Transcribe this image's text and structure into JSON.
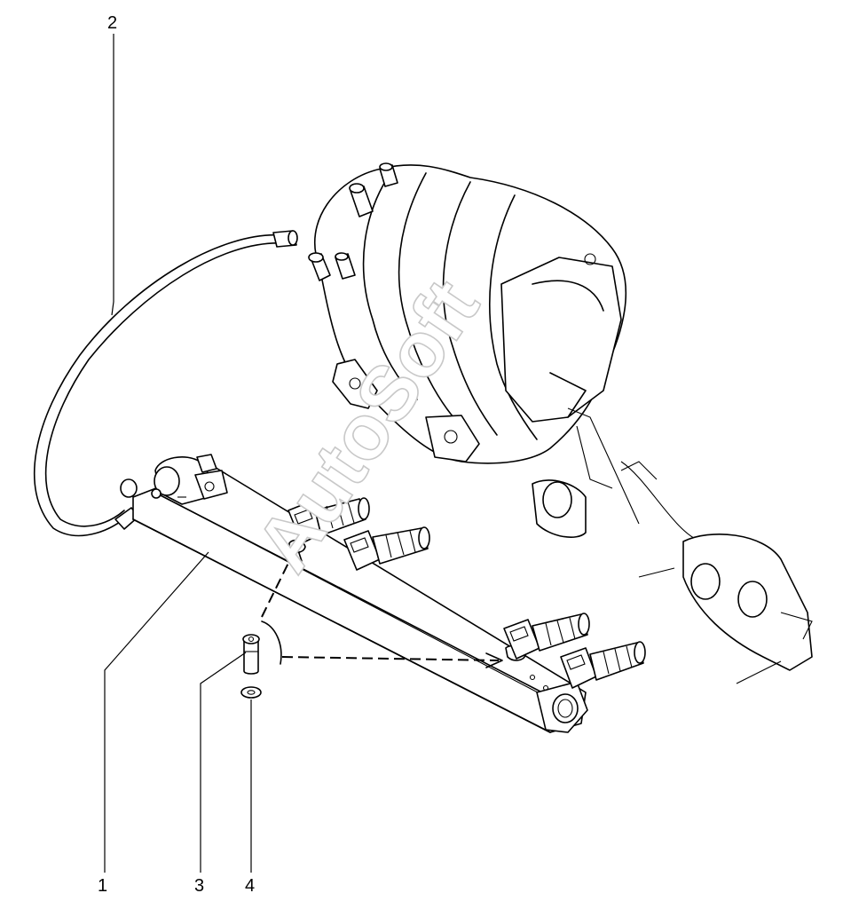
{
  "callouts": [
    {
      "id": "1",
      "label": "1"
    },
    {
      "id": "2",
      "label": "2"
    },
    {
      "id": "3",
      "label": "3"
    },
    {
      "id": "4",
      "label": "4"
    }
  ],
  "watermark": "AutoSoft",
  "colors": {
    "ink": "#000000",
    "background": "#ffffff",
    "watermark_outline": "#c8c8c8"
  }
}
